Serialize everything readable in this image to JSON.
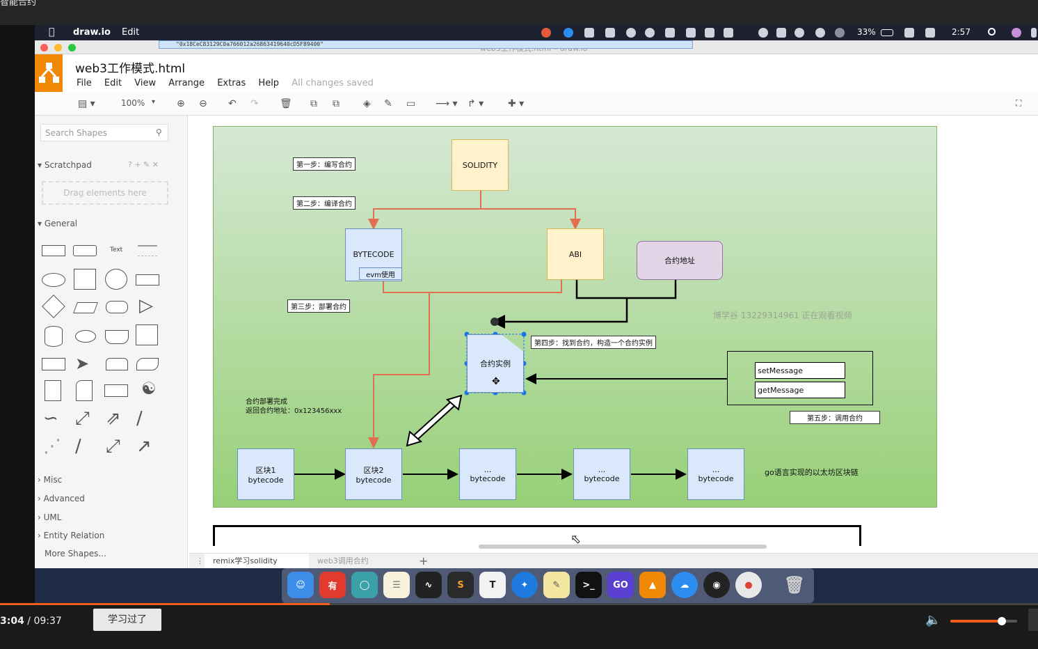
{
  "frame": {
    "top_title": "智能合约"
  },
  "menubar": {
    "app": "draw.io",
    "edit": "Edit",
    "battery": "33%",
    "time": "2:57"
  },
  "window": {
    "url": "\"0x18CeC83129C0a766012a26863419640cD5F89400\"",
    "title": "web3工作模式.html – draw.io",
    "filename": "web3工作模式.html",
    "menus": [
      "File",
      "Edit",
      "View",
      "Arrange",
      "Extras",
      "Help"
    ],
    "saved": "All changes saved",
    "zoom": "100%"
  },
  "sidebar": {
    "search_placeholder": "Search Shapes",
    "scratchpad": "Scratchpad",
    "dropzone": "Drag elements here",
    "general": "General",
    "text_shape": "Text",
    "sections": [
      "Misc",
      "Advanced",
      "UML",
      "Entity Relation"
    ],
    "more": "More Shapes..."
  },
  "diagram": {
    "solidity": "SOLIDITY",
    "bytecode": "BYTECODE",
    "evm": "evm使用",
    "abi": "ABI",
    "address": "合约地址",
    "instance": "合约实例",
    "set": "setMessage",
    "get": "getMessage",
    "step1": "第一步：编写合约",
    "step2": "第二步：编译合约",
    "step3": "第三步：部署合约",
    "step4": "第四步：找到合约，构造一个合约实例",
    "step5": "第五步：调用合约",
    "deploy_done": "合约部署完成",
    "deploy_addr": "返回合约地址：0x123456xxx",
    "watermark": "博学谷 13229314961 正在观看视频",
    "chain_label": "go语言实现的以太坊区块链",
    "blocks": [
      {
        "l1": "区块1",
        "l2": "bytecode"
      },
      {
        "l1": "区块2",
        "l2": "bytecode"
      },
      {
        "l1": "...",
        "l2": "bytecode"
      },
      {
        "l1": "...",
        "l2": "bytecode"
      },
      {
        "l1": "...",
        "l2": "bytecode"
      }
    ]
  },
  "pages": [
    "remix学习solidity",
    "web3调用合约"
  ],
  "player": {
    "current": "3:04",
    "total": "09:37",
    "learned": "学习过了",
    "progress": 0.318,
    "volume": 0.77,
    "accent": "#f25d1c"
  }
}
